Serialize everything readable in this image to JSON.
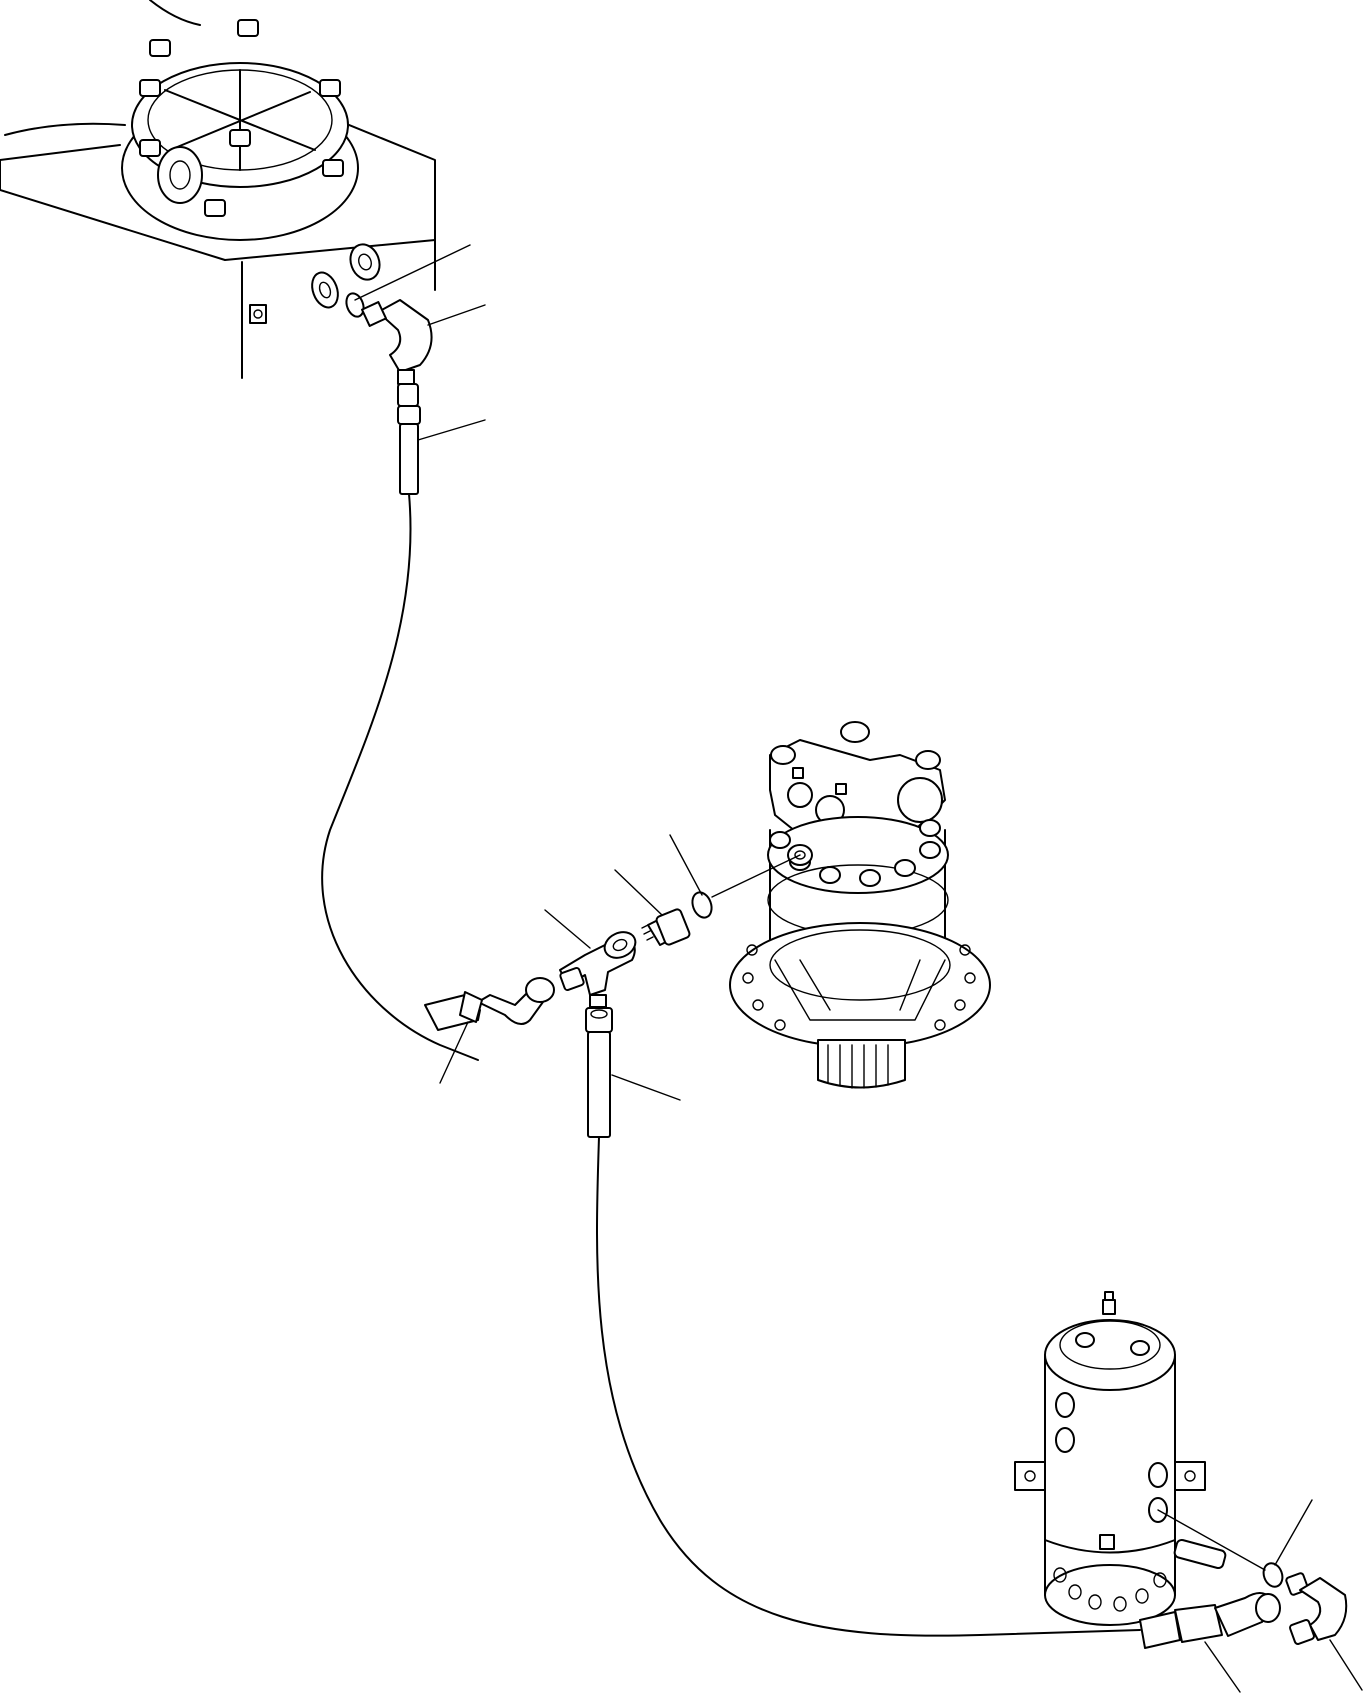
{
  "diagram": {
    "labels": [],
    "parts": [
      "hydraulic-tank",
      "tank-adapter",
      "tank-o-ring",
      "tank-elbow",
      "upper-hose",
      "tee-fitting",
      "swing-adapter",
      "swing-o-ring",
      "swing-motor",
      "lower-hose",
      "swivel-joint",
      "swivel-o-ring",
      "swivel-elbow",
      "return-hose"
    ]
  }
}
